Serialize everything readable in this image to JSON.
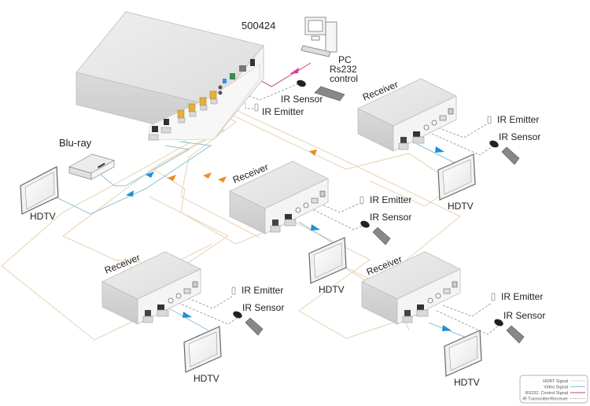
{
  "diagram": {
    "title": "HDBaseT extender / splitter connection diagram",
    "colors": {
      "hdbt": "#e9d7b8",
      "video": "#8ec3d4",
      "rs232": "#c0407a",
      "ir": "#9a9a9a",
      "hdbt_arrow": "#f08a24",
      "video_arrow": "#1e8fd6",
      "rs232_arrow": "#e0399a",
      "device_top": "#e9e9ea",
      "device_side": "#d8d8d9",
      "device_front": "#f2f2f2",
      "port_gold": "#e1b13a"
    },
    "transmitter": {
      "model": "500424"
    },
    "pc": {
      "line1": "PC",
      "line2": "Rs232",
      "line3": "control"
    },
    "source": {
      "label": "Blu-ray"
    },
    "local_tv": {
      "label": "HDTV"
    },
    "tx_ir": {
      "sensor": "IR Sensor",
      "emitter": "IR Emitter"
    },
    "receivers": [
      {
        "label": "Receiver",
        "tv": "HDTV",
        "emitter": "IR Emitter",
        "sensor": "IR Sensor"
      },
      {
        "label": "Receiver",
        "tv": "HDTV",
        "emitter": "IR Emitter",
        "sensor": "IR Sensor"
      },
      {
        "label": "Receiver",
        "tv": "HDTV",
        "emitter": "IR Emitter",
        "sensor": "IR Sensor"
      },
      {
        "label": "Receiver",
        "tv": "HDTV",
        "emitter": "IR Emitter",
        "sensor": "IR Sensor"
      }
    ],
    "legend": {
      "items": [
        {
          "label": "HDBT Signal",
          "kind": "hdbt"
        },
        {
          "label": "Video Signal",
          "kind": "video"
        },
        {
          "label": "RS232, Control Signal",
          "kind": "rs232"
        },
        {
          "label": "IR Transmitter/Receiver",
          "kind": "ir"
        }
      ]
    }
  }
}
